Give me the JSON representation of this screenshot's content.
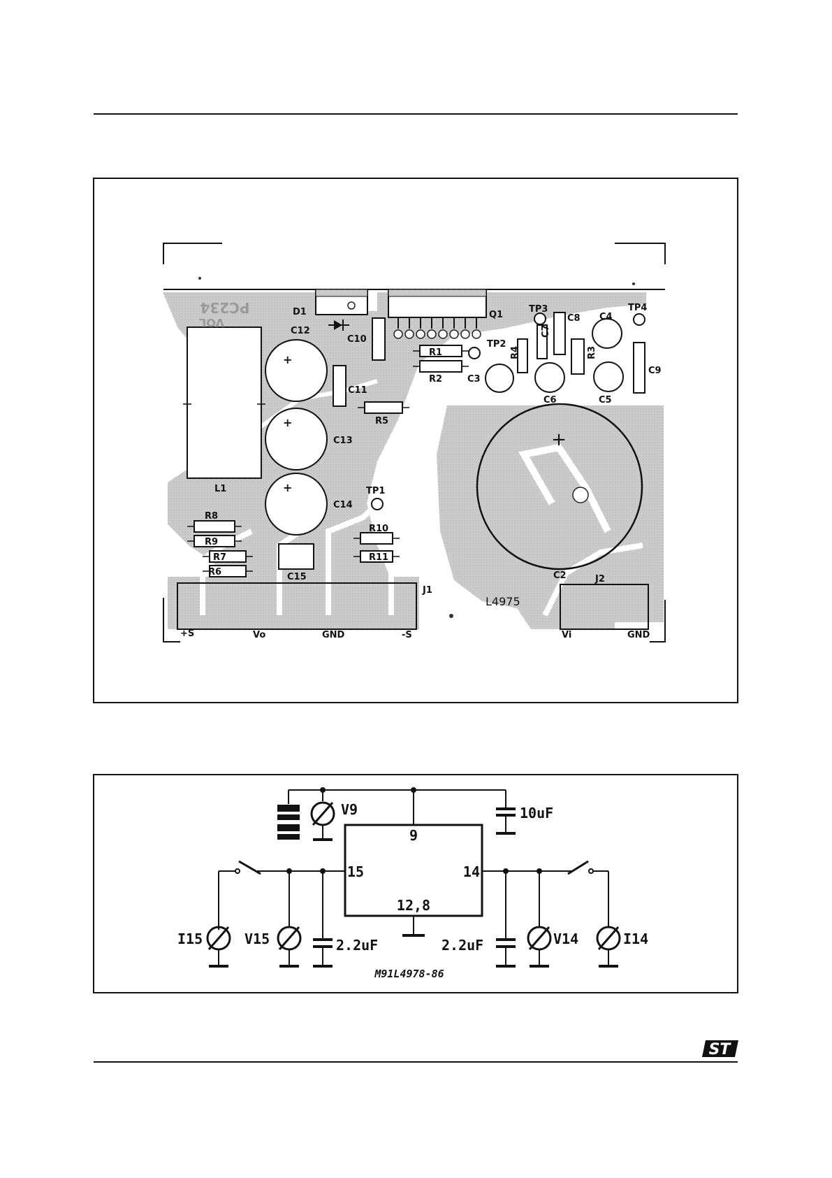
{
  "logo": {
    "text": "ST"
  },
  "pcb": {
    "board_text": {
      "code": "PC234",
      "version": "VOL"
    },
    "components": {
      "D1": "D1",
      "Q1": "Q1",
      "C10": "C10",
      "C12": "C12",
      "C11": "C11",
      "C13": "C13",
      "C14": "C14",
      "C15": "C15",
      "L1": "L1",
      "R1": "R1",
      "R2": "R2",
      "R3": "R3",
      "R4": "R4",
      "R5": "R5",
      "R6": "R6",
      "R7": "R7",
      "R8": "R8",
      "R9": "R9",
      "R10": "R10",
      "R11": "R11",
      "TP1": "TP1",
      "TP2": "TP2",
      "TP3": "TP3",
      "TP4": "TP4",
      "C2": "C2",
      "C3": "C3",
      "C4": "C4",
      "C5": "C5",
      "C6": "C6",
      "C7": "C7",
      "C8": "C8",
      "C9": "C9",
      "J1": "J1",
      "J2": "J2",
      "chip": "L4975",
      "plus": "+"
    },
    "connectors": {
      "plus_s": "+S",
      "vo": "Vo",
      "gnd1": "GND",
      "minus_s": "-S",
      "vi": "Vi",
      "gnd2": "GND"
    }
  },
  "schematic": {
    "pins": {
      "top": "9",
      "left": "15",
      "right": "14",
      "bottom": "12,8"
    },
    "labels": {
      "v9": "V9",
      "cap_top": "10uF",
      "i15": "I15",
      "v15": "V15",
      "cap_left": "2.2uF",
      "cap_right": "2.2uF",
      "v14": "V14",
      "i14": "I14"
    },
    "code": "M91L4978-86"
  }
}
